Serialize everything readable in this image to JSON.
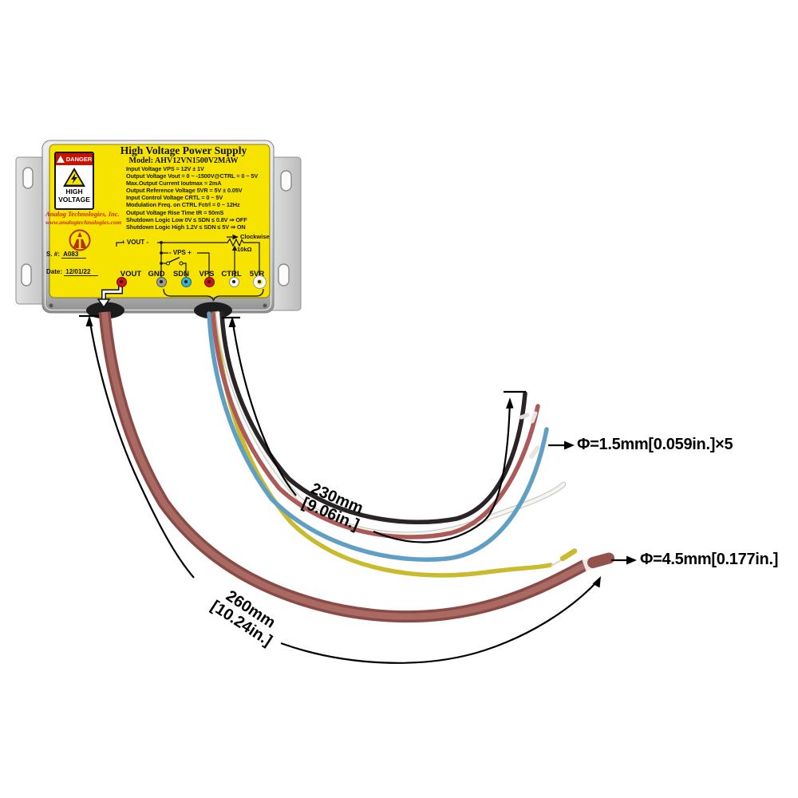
{
  "device": {
    "title": "High Voltage Power Supply",
    "model": "Model: AHV12VN1500V2MAW",
    "specs": [
      "Input Voltage VPS = 12V ± 1V",
      "Output Voltage Vout = 0 ~ -1500V@CTRL = 0 ~ 5V",
      "Max.Output Current Ioutmax = 2mA",
      "Output Reference Voltage 5VR = 5V ± 0.05V",
      "Input Control Voltage CRTL = 0 ~ 5V",
      "Modulation Freq. on CTRL Fctrl = 0 ~ 12Hz",
      "Output Voltage Rise Time tR = 50mS",
      "Shutdown Logic Low 0V ≤ SDN ≤ 0.8V ⇒ OFF",
      "Shutdown Logic High 1.2V ≤ SDN ≤ 5V ⇒ ON"
    ],
    "danger": {
      "header": "DANGER",
      "line1": "HIGH",
      "line2": "VOLTAGE"
    },
    "company": {
      "name": "Analog Technologies, Inc.",
      "url": "www.analogtechnologies.com"
    },
    "serial": {
      "label": "S. #:",
      "value": "A083"
    },
    "date": {
      "label": "Date:",
      "value": "12/01/22"
    },
    "schematic": {
      "vout": "+ VOUT -",
      "vps": "- VPS +",
      "pot": "10kΩ",
      "direction": "Clockwise"
    },
    "terminals": [
      {
        "label": "VOUT",
        "color": "#cf1418"
      },
      {
        "label": "GND",
        "color": "#9b9b9b"
      },
      {
        "label": "SDN",
        "color": "#35b2d2"
      },
      {
        "label": "VPS",
        "color": "#cf1418"
      },
      {
        "label": "CTRL",
        "color": "#fafafa"
      },
      {
        "label": "5VR",
        "color": "#ffffff"
      }
    ]
  },
  "annotations": {
    "thin_len": {
      "mm": "230mm",
      "inch": "[9.06in.]"
    },
    "thick_len": {
      "mm": "260mm",
      "inch": "[10.24in.]"
    },
    "thin_dia": "Φ=1.5mm[0.059in.]×5",
    "thick_dia": "Φ=4.5mm[0.177in.]"
  },
  "colors": {
    "label_yellow": "#f6e400",
    "danger_red": "#cc1100",
    "company_red": "#cc2b00",
    "hv_cable_maroon": "#9c5a54",
    "wire_blue": "#5f9fc4",
    "wire_red": "#ab5a58",
    "wire_black": "#2b2426",
    "wire_white": "#f4f2ee",
    "wire_yellow": "#c9ba2e"
  }
}
